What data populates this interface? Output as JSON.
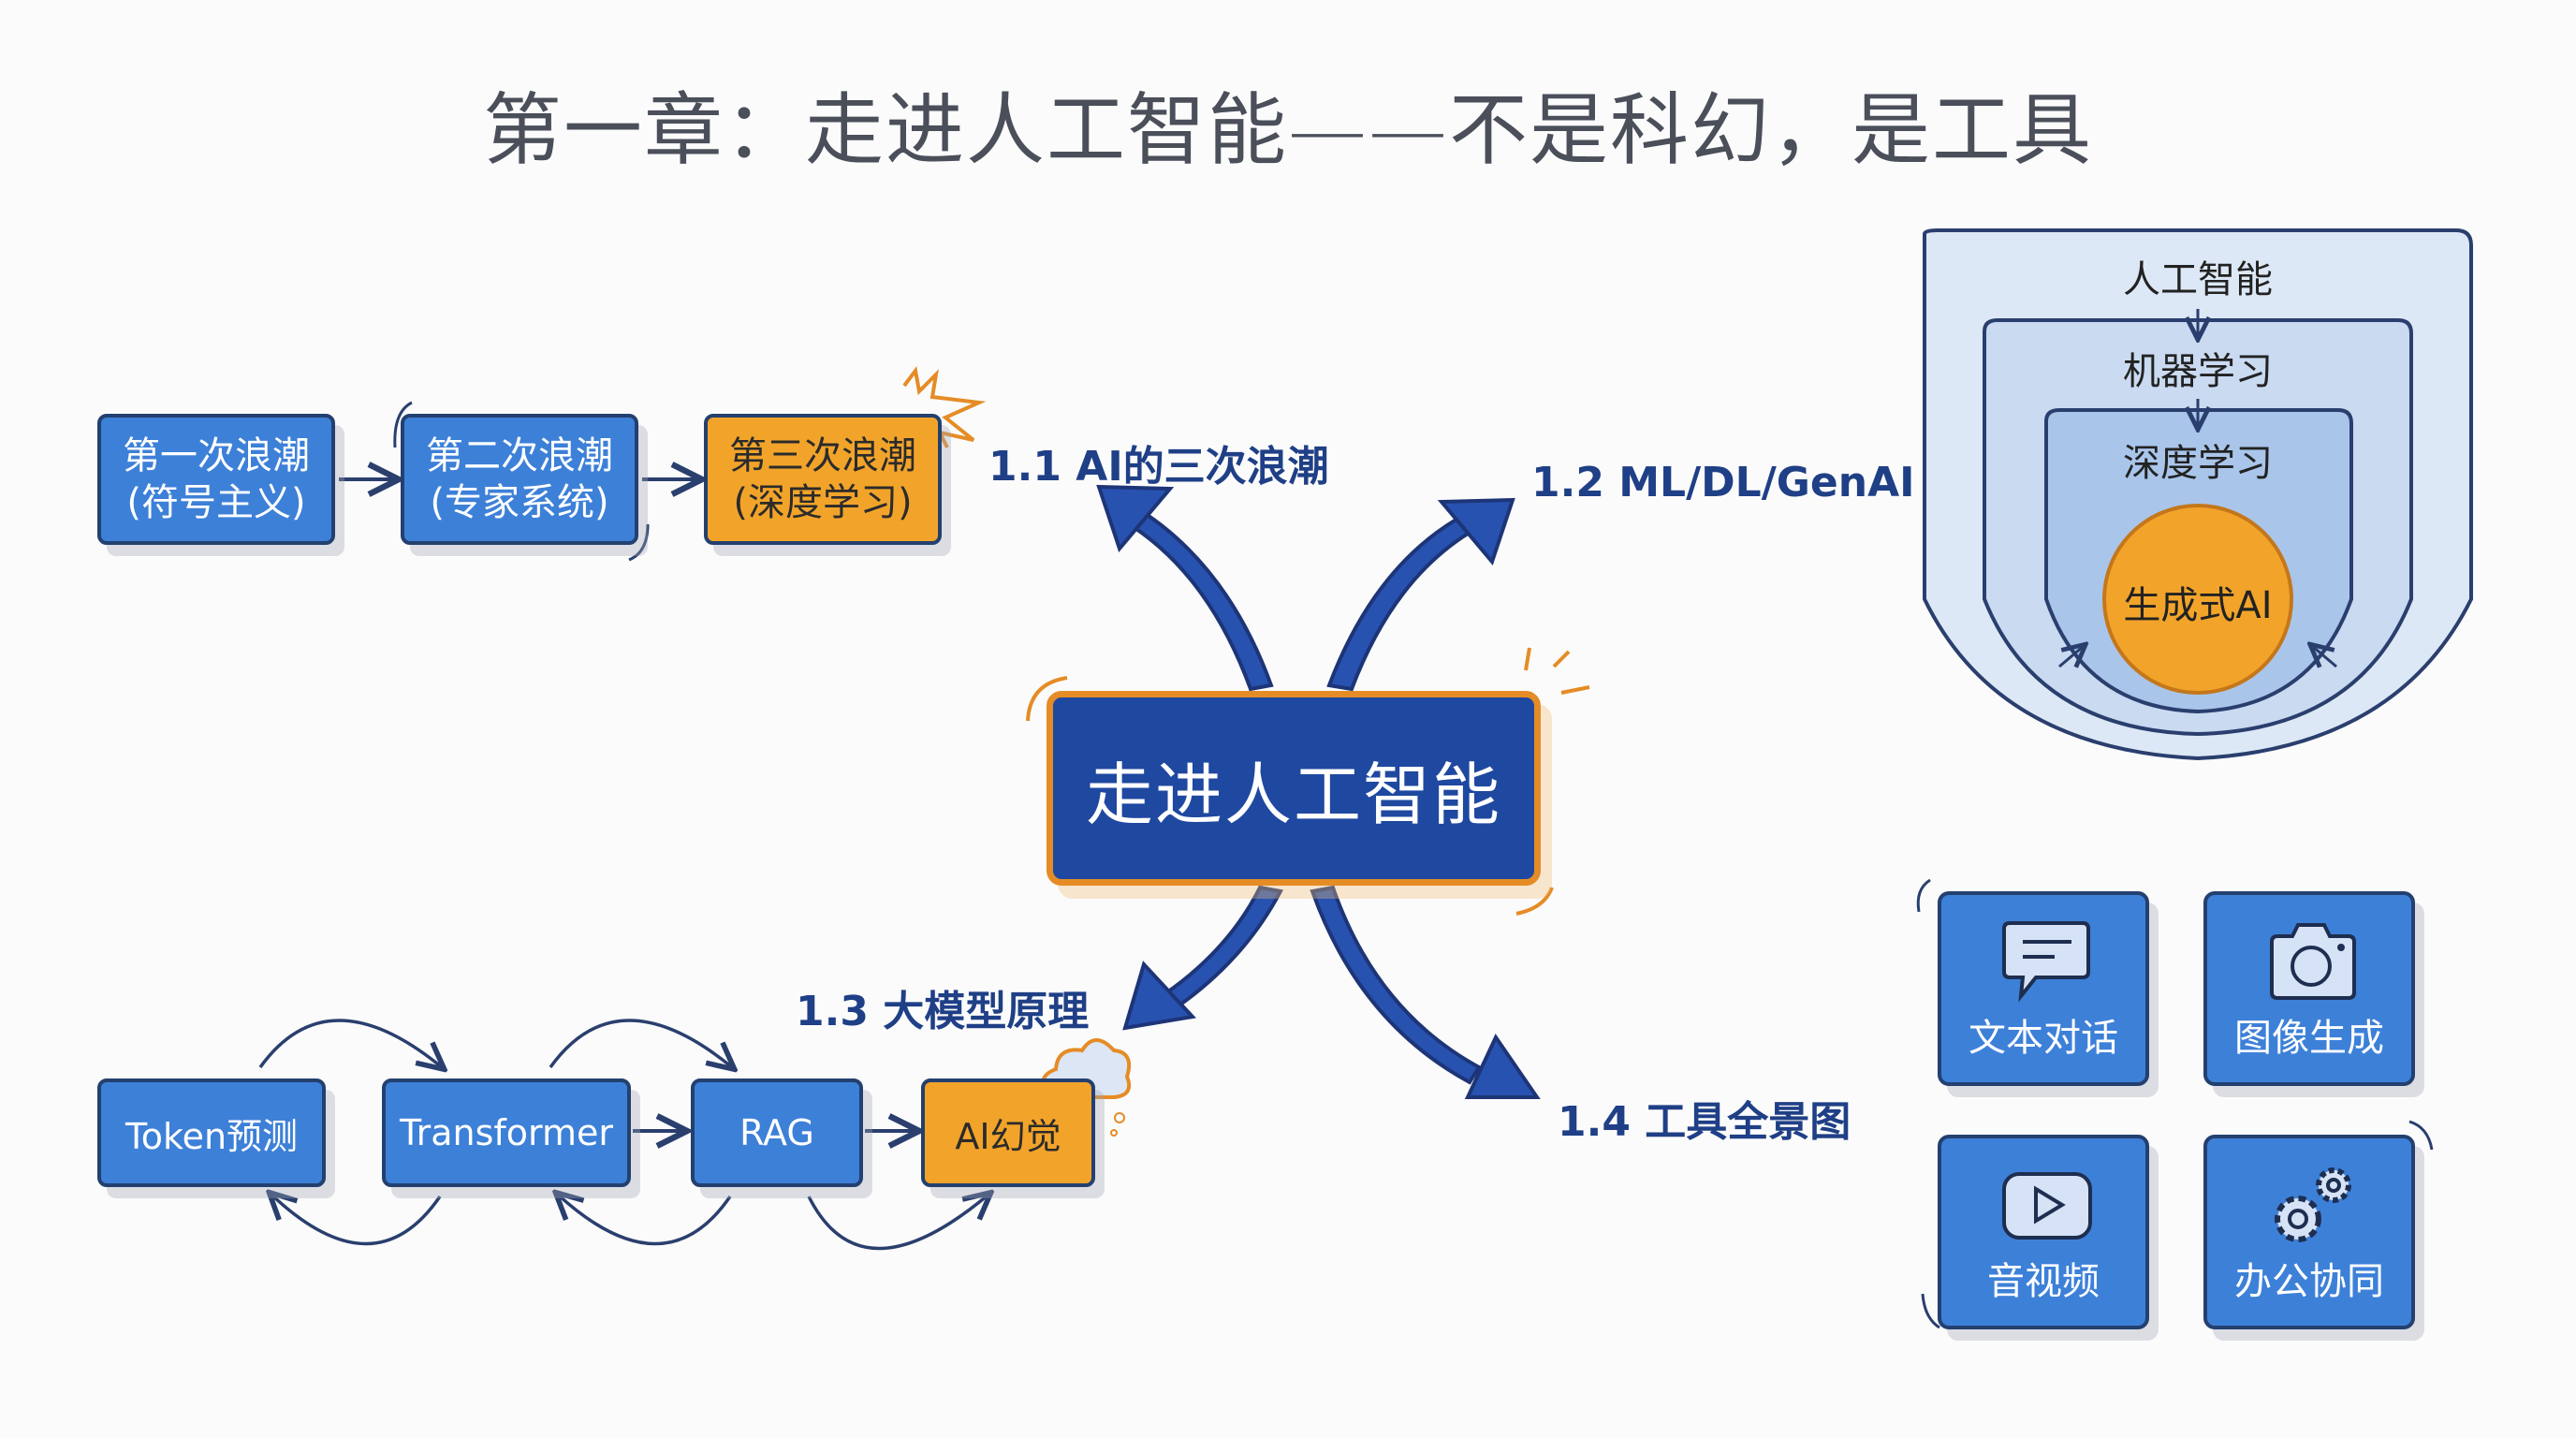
{
  "title": "第一章：走进人工智能——不是科幻，是工具",
  "center": {
    "label": "走进人工智能"
  },
  "sections": [
    {
      "id": "1.1",
      "label": "1.1 AI的三次浪潮"
    },
    {
      "id": "1.2",
      "label": "1.2 ML/DL/GenAI"
    },
    {
      "id": "1.3",
      "label": "1.3 大模型原理"
    },
    {
      "id": "1.4",
      "label": "1.4 工具全景图"
    }
  ],
  "waves": [
    {
      "line1": "第一次浪潮",
      "line2": "(符号主义)",
      "highlight": false
    },
    {
      "line1": "第二次浪潮",
      "line2": "(专家系统)",
      "highlight": false
    },
    {
      "line1": "第三次浪潮",
      "line2": "(深度学习)",
      "highlight": true
    }
  ],
  "nested": {
    "outer": "人工智能",
    "middle": "机器学习",
    "inner": "深度学习",
    "core": "生成式AI"
  },
  "llm_flow": [
    {
      "label": "Token预测",
      "highlight": false
    },
    {
      "label": "Transformer",
      "highlight": false
    },
    {
      "label": "RAG",
      "highlight": false
    },
    {
      "label": "AI幻觉",
      "highlight": true
    }
  ],
  "tools": [
    {
      "label": "文本对话",
      "icon": "chat-bubble-icon"
    },
    {
      "label": "图像生成",
      "icon": "camera-icon"
    },
    {
      "label": "音视频",
      "icon": "play-icon"
    },
    {
      "label": "办公协同",
      "icon": "gears-icon"
    }
  ],
  "colors": {
    "primary_blue": "#3d80d8",
    "dark_blue": "#1f48a0",
    "accent_orange": "#f2a42a",
    "outline": "#23406f",
    "section_text": "#1f3f86"
  }
}
